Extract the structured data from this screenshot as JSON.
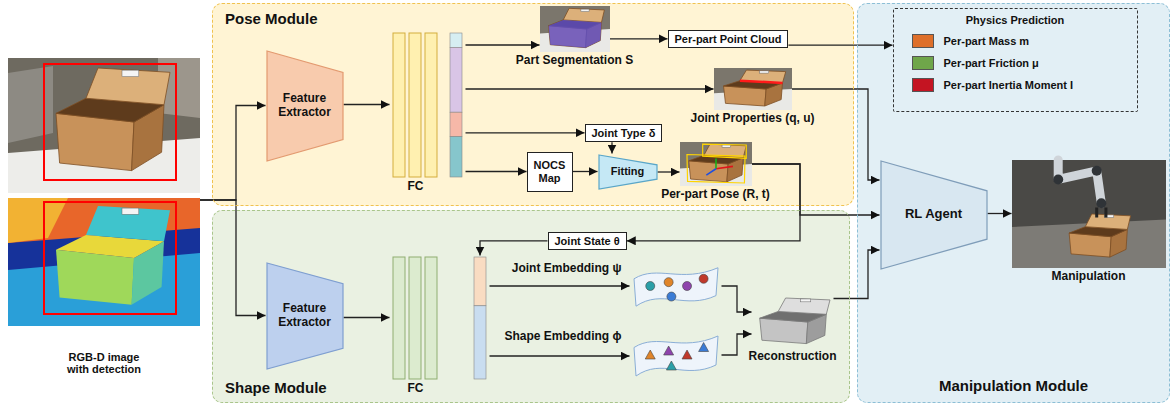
{
  "diagram": {
    "nodes": [
      {
        "text": [
          "Pose Module"
        ]
      },
      {
        "text": [
          "Shape Module"
        ]
      },
      {
        "text": [
          "Manipulation Module"
        ]
      },
      {
        "text": [
          "RGB-D image with detection"
        ]
      },
      {
        "text": [
          "Feature Extractor"
        ],
        "in": 0
      },
      {
        "text": [
          "FC"
        ],
        "in": 0
      },
      {
        "text": [
          "Part Segmentation S"
        ],
        "in": 0
      },
      {
        "text": [
          "Per-part Point Cloud"
        ],
        "in": 0
      },
      {
        "text": [
          "Joint Properties (q, u)"
        ],
        "in": 0
      },
      {
        "text": [
          "Joint Type δ"
        ],
        "in": 0
      },
      {
        "text": [
          "NOCS Map"
        ],
        "in": 0
      },
      {
        "text": [
          "Fitting"
        ],
        "in": 0
      },
      {
        "text": [
          "Per-part Pose (R, t)"
        ],
        "in": 0
      },
      {
        "text": [
          "Feature Extractor"
        ],
        "in": 1
      },
      {
        "text": [
          "FC"
        ],
        "in": 1
      },
      {
        "text": [
          "Joint State θ"
        ],
        "in": 1
      },
      {
        "text": [
          "Joint Embedding ψ"
        ],
        "in": 1
      },
      {
        "text": [
          "Shape Embedding ϕ"
        ],
        "in": 1
      },
      {
        "text": [
          "Reconstruction"
        ],
        "in": 1
      },
      {
        "text": [
          "Physics Prediction"
        ],
        "in": 2
      },
      {
        "text": [
          "RL Agent"
        ],
        "in": 2
      },
      {
        "text": [
          "Manipulation"
        ],
        "in": 2
      }
    ],
    "edges": [
      {
        "from": 3,
        "to": 4,
        "arrow": "to"
      },
      {
        "from": 3,
        "to": 13,
        "arrow": "to"
      },
      {
        "from": 4,
        "to": 5,
        "arrow": "to"
      },
      {
        "from": 13,
        "to": 14,
        "arrow": "to"
      },
      {
        "from": 5,
        "to": 6,
        "arrow": "to"
      },
      {
        "from": 5,
        "to": 8,
        "arrow": "to"
      },
      {
        "from": 5,
        "to": 9,
        "arrow": "to"
      },
      {
        "from": 5,
        "to": 10,
        "arrow": "to"
      },
      {
        "from": 6,
        "to": 7,
        "arrow": "to"
      },
      {
        "from": 7,
        "to": 19,
        "arrow": "to"
      },
      {
        "from": 9,
        "to": 11,
        "arrow": "to"
      },
      {
        "from": 10,
        "to": 11,
        "arrow": "to"
      },
      {
        "from": 11,
        "to": 12,
        "arrow": "to"
      },
      {
        "from": 12,
        "to": 15,
        "arrow": "to"
      },
      {
        "from": 12,
        "to": 20,
        "arrow": "to"
      },
      {
        "from": 8,
        "to": 20,
        "arrow": "to"
      },
      {
        "from": 15,
        "to": 14,
        "arrow": "to"
      },
      {
        "from": 14,
        "to": 16,
        "arrow": "to"
      },
      {
        "from": 14,
        "to": 17,
        "arrow": "to"
      },
      {
        "from": 16,
        "to": 18,
        "arrow": "to"
      },
      {
        "from": 17,
        "to": 18,
        "arrow": "to"
      },
      {
        "from": 18,
        "to": 20,
        "arrow": "to"
      },
      {
        "from": 20,
        "to": 21,
        "arrow": "to"
      }
    ],
    "legend": [
      {
        "text": "Per-part Mass m",
        "color": "#de6f2a"
      },
      {
        "text": "Per-part Friction μ",
        "color": "#6fa64a"
      },
      {
        "text": "Per-part Inertia Moment I",
        "color": "#c41422"
      }
    ]
  }
}
